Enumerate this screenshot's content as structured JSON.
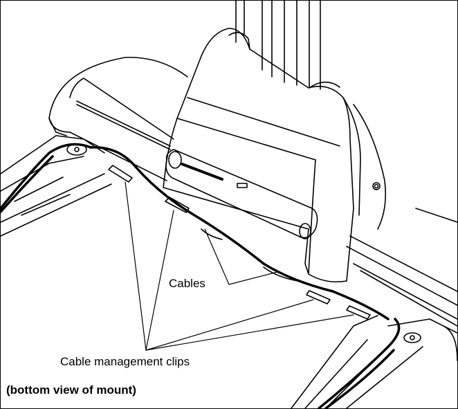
{
  "annotations": {
    "cables": "Cables",
    "clips": "Cable management clips",
    "view": "(bottom view of mount)"
  },
  "colors": {
    "line": "#000000",
    "background": "#ffffff"
  }
}
